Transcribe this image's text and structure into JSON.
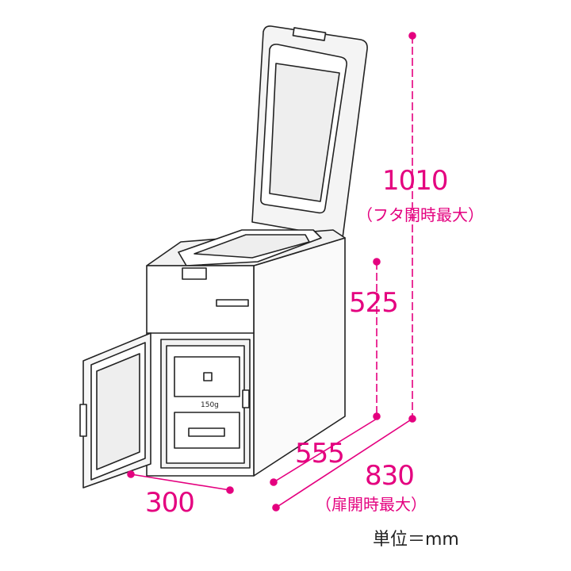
{
  "accent_color": "#e4007f",
  "dimensions": {
    "height_lid_open": {
      "value": "1010",
      "note": "（フタ開時最大）"
    },
    "height": {
      "value": "525"
    },
    "depth": {
      "value": "555"
    },
    "depth_door_open": {
      "value": "830",
      "note": "（扉開時最大）"
    },
    "width": {
      "value": "300"
    }
  },
  "drawer_label": "150g",
  "unit_label": "単位＝mm"
}
